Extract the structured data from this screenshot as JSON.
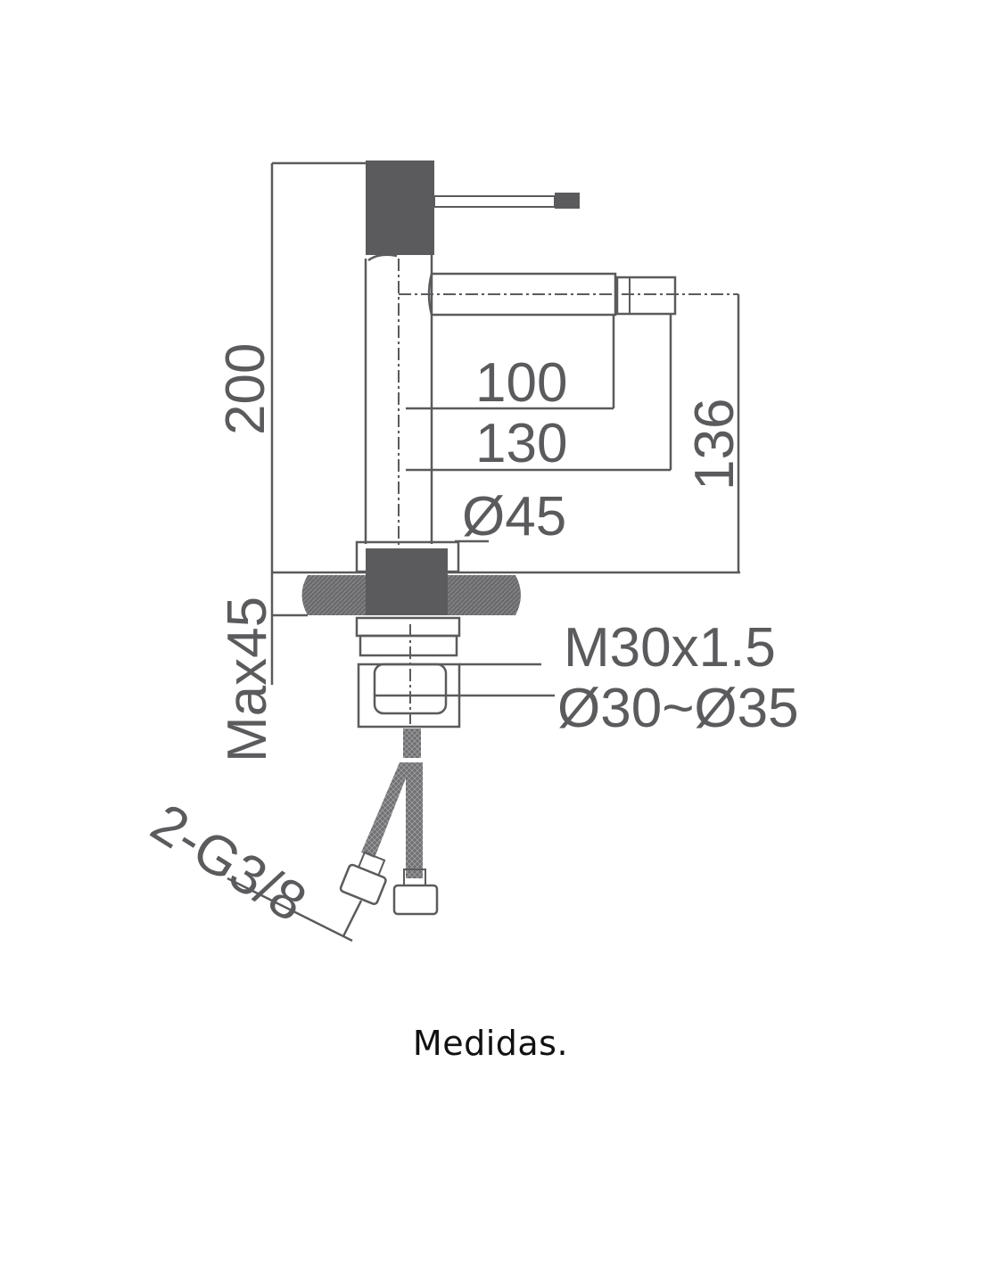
{
  "drawing": {
    "title": "Faucet dimension drawing",
    "dimensions": {
      "total_height": "200",
      "spout_reach": "100",
      "nozzle_reach": "130",
      "spout_height": "136",
      "body_diameter": "Ø45",
      "max_counter_thickness": "Max45",
      "thread": "M30x1.5",
      "hole_diameter": "Ø30~Ø35",
      "hose_connection": "2-G3/8"
    },
    "line_color": "#5b5b5e"
  },
  "caption": "Medidas."
}
